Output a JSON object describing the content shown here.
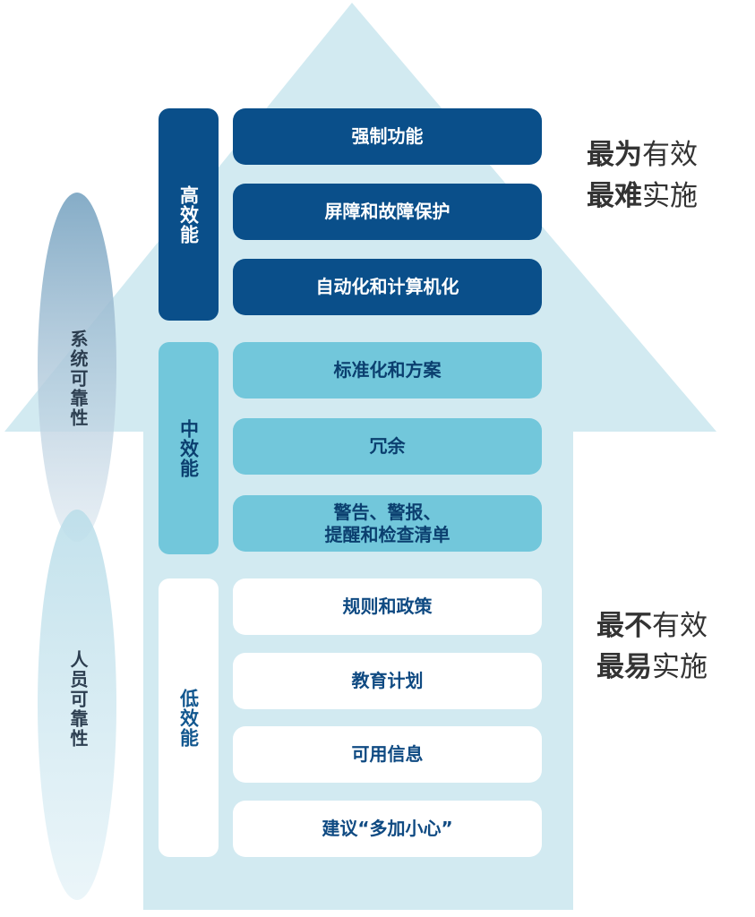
{
  "categories": {
    "high": "高效能",
    "mid": "中效能",
    "low": "低效能"
  },
  "controls": {
    "high": [
      "强制功能",
      "屏障和故障保护",
      "自动化和计算机化"
    ],
    "mid": [
      "标准化和方案",
      "冗余",
      "警告、警报、",
      "提醒和检查清单"
    ],
    "low": [
      "规则和政策",
      "教育计划",
      "可用信息",
      "建议“多加小心”"
    ]
  },
  "side_labels": {
    "system": "系统可靠性",
    "people": "人员可靠性"
  },
  "annotations": {
    "top": {
      "line1_bold": "最为",
      "line1_rest": "有效",
      "line2_bold": "最难",
      "line2_rest": "实施"
    },
    "bottom": {
      "line1_bold": "最不",
      "line1_rest": "有效",
      "line2_bold": "最易",
      "line2_rest": "实施"
    }
  },
  "colors": {
    "arrow": "#d2eaf1",
    "high": "#0a4f8a",
    "mid": "#72c7db",
    "low": "#ffffff",
    "ellipse_system": "#8fb3cc",
    "ellipse_people": "#cbe6ef"
  }
}
